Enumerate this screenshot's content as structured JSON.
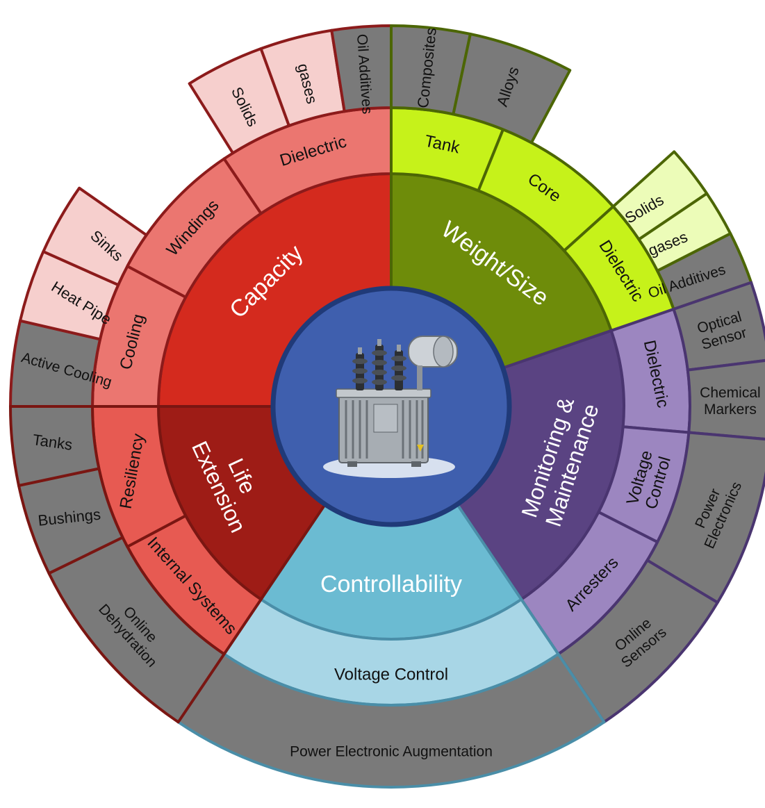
{
  "diagram": {
    "center": {
      "icon": "power-transformer-icon",
      "fill": "#3F5FAE",
      "stroke": "#203A78"
    },
    "sectors": [
      {
        "id": "capacity",
        "label": "Capacity",
        "colors": {
          "inner": "#D42A1E",
          "middle": "#EB7670",
          "outer": "#F6CFCD",
          "outer_gray": "#7A7A7A",
          "stroke": "#8C1B1B"
        },
        "middle": [
          {
            "label": "Cooling",
            "outer": [
              {
                "label": "Active Cooling",
                "gray": true
              },
              {
                "label": "Heat Pipe"
              },
              {
                "label": "Sinks"
              }
            ]
          },
          {
            "label": "Windings",
            "outer": []
          },
          {
            "label": "Dielectric",
            "outer": [
              {
                "label": "Solids"
              },
              {
                "label": "gases"
              },
              {
                "label": "Oil Additives",
                "gray": true
              }
            ]
          }
        ]
      },
      {
        "id": "weight-size",
        "label": "Weight/Size",
        "colors": {
          "inner": "#6E8C0A",
          "middle": "#C6F21A",
          "outer": "#ECFCB8",
          "outer_gray": "#7A7A7A",
          "stroke": "#4C6605"
        },
        "middle": [
          {
            "label": "Tank",
            "outer": [
              {
                "label": "Composites",
                "gray": true
              }
            ]
          },
          {
            "label": "Core",
            "outer": [
              {
                "label": "Alloys",
                "gray": true
              }
            ]
          },
          {
            "label": "Dielectric",
            "outer": [
              {
                "label": "Solids"
              },
              {
                "label": "gases"
              },
              {
                "label": "Oil Additives",
                "gray": true
              }
            ]
          }
        ]
      },
      {
        "id": "monitoring",
        "label": "Monitoring & Maintenance",
        "label_lines": [
          "Monitoring &",
          "Maintenance"
        ],
        "colors": {
          "inner": "#5A4382",
          "middle": "#9C86C0",
          "outer": "#C9B9E0",
          "outer_gray": "#7A7A7A",
          "stroke": "#4A3570"
        },
        "middle": [
          {
            "label": "Dielectric",
            "outer": [
              {
                "label": "Optical Sensor",
                "lines": [
                  "Optical",
                  "Sensor"
                ],
                "gray": true
              },
              {
                "label": "Chemical Markers",
                "lines": [
                  "Chemical",
                  "Markers"
                ],
                "gray": true
              }
            ]
          },
          {
            "label": "Voltage Control",
            "lines": [
              "Voltage",
              "Control"
            ],
            "outer": [
              {
                "label": "Power Electronics",
                "lines": [
                  "Power",
                  "Electronics"
                ],
                "gray": true
              }
            ]
          },
          {
            "label": "Arresters",
            "outer": [
              {
                "label": "Online Sensors",
                "lines": [
                  "Online",
                  "Sensors"
                ],
                "gray": true
              }
            ]
          }
        ]
      },
      {
        "id": "controllability",
        "label": "Controllability",
        "colors": {
          "inner": "#6BBBD2",
          "middle": "#A8D6E6",
          "outer": "#D4ECF4",
          "outer_gray": "#7A7A7A",
          "stroke": "#4A8EA8"
        },
        "middle": [
          {
            "label": "Voltage Control",
            "outer": [
              {
                "label": "Power Electronic Augmentation",
                "gray": true
              }
            ]
          }
        ]
      },
      {
        "id": "life-extension",
        "label": "Life Extension",
        "label_lines": [
          "Life",
          "Extension"
        ],
        "colors": {
          "inner": "#9E1C16",
          "middle": "#E75A52",
          "outer": "#F6CFCD",
          "outer_gray": "#7A7A7A",
          "stroke": "#7A1612"
        },
        "middle": [
          {
            "label": "Internal Systems",
            "outer": [
              {
                "label": "Online Dehydration",
                "lines": [
                  "Online",
                  "Dehydration"
                ],
                "gray": true
              }
            ]
          },
          {
            "label": "Resiliency",
            "outer": [
              {
                "label": "Bushings",
                "gray": true
              },
              {
                "label": "Tanks",
                "gray": true
              }
            ]
          }
        ]
      }
    ]
  }
}
